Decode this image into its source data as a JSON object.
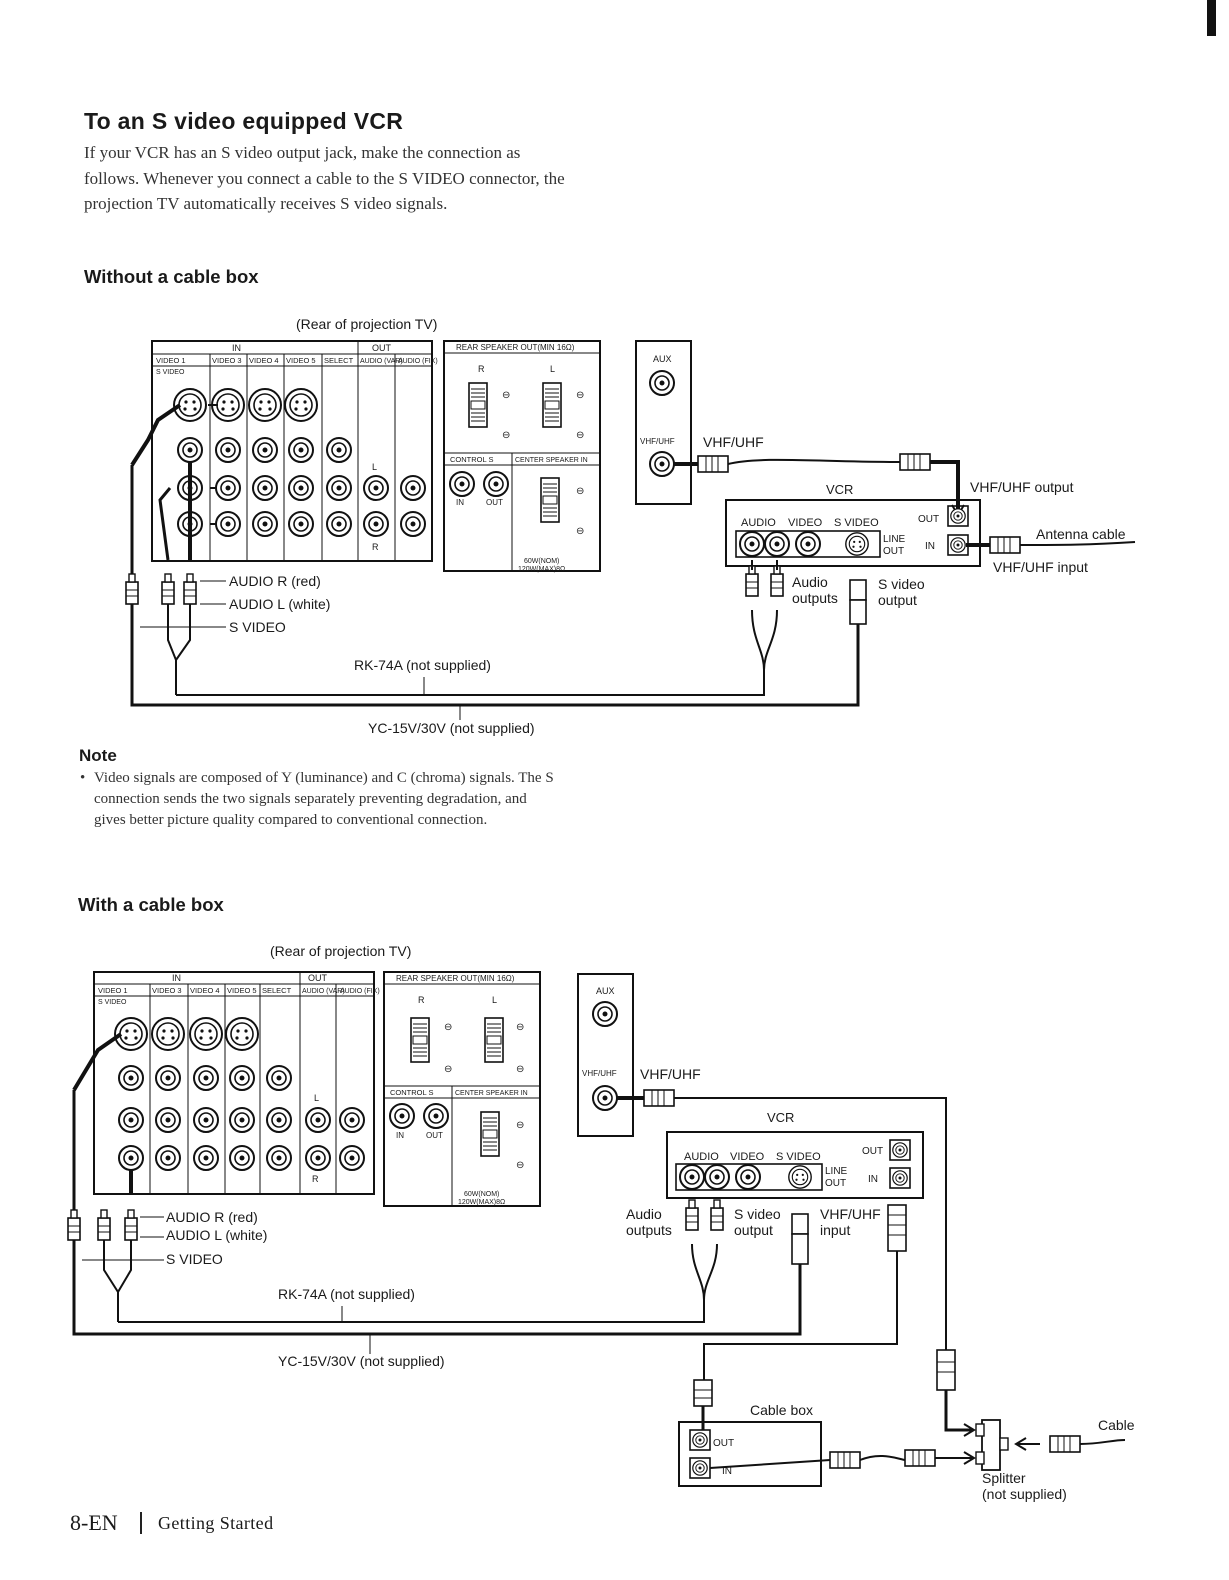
{
  "title": "To an S video equipped VCR",
  "intro": "If your VCR has an S video output jack, make the connection as follows. Whenever you connect a cable to the S VIDEO connector, the projection TV automatically receives S video signals.",
  "section1": {
    "heading": "Without a cable box",
    "rear_label": "(Rear of projection TV)",
    "panel": {
      "in": "IN",
      "out": "OUT",
      "video1": "VIDEO 1",
      "svideo": "S VIDEO",
      "video3": "VIDEO 3",
      "video4": "VIDEO 4",
      "video5": "VIDEO 5",
      "select": "SELECT",
      "audio_var": "AUDIO (VAR)",
      "audio_fix": "AUDIO (FIX)",
      "rear_speaker": "REAR SPEAKER OUT(MIN 16Ω)",
      "r": "R",
      "l": "L",
      "control_s": "CONTROL S",
      "center_speaker": "CENTER SPEAKER IN",
      "in_label": "IN",
      "out_label": "OUT",
      "power1": "60W(NOM)",
      "power2": "120W(MAX)8Ω",
      "aux": "AUX",
      "vhfuhf_jack": "VHF/UHF"
    },
    "vhfuhf": "VHF/UHF",
    "vcr": "VCR",
    "vcr_audio": "AUDIO",
    "vcr_video": "VIDEO",
    "vcr_svideo": "S VIDEO",
    "vcr_line": "LINE",
    "vcr_out": "OUT",
    "vcr_in": "IN",
    "vhf_output": "VHF/UHF output",
    "antenna_cable": "Antenna cable",
    "vhf_input": "VHF/UHF input",
    "audio_outputs_1": "Audio",
    "audio_outputs_2": "outputs",
    "svideo_output_1": "S video",
    "svideo_output_2": "output",
    "audio_r": "AUDIO R (red)",
    "audio_l": "AUDIO L (white)",
    "s_video": "S VIDEO",
    "rk74a": "RK-74A (not supplied)",
    "yc15v": "YC-15V/30V (not supplied)"
  },
  "note": {
    "heading": "Note",
    "bullet": "•",
    "text": "Video signals are composed of Y (luminance) and C (chroma) signals. The S connection sends the two signals separately preventing degradation, and gives better picture quality compared to conventional connection."
  },
  "section2": {
    "heading": "With a cable box",
    "rear_label": "(Rear of projection TV)",
    "vhfuhf": "VHF/UHF",
    "vcr": "VCR",
    "audio_outputs_1": "Audio",
    "audio_outputs_2": "outputs",
    "svideo_output_1": "S video",
    "svideo_output_2": "output",
    "vhf_input_1": "VHF/UHF",
    "vhf_input_2": "input",
    "audio_r": "AUDIO R (red)",
    "audio_l": "AUDIO L (white)",
    "s_video": "S VIDEO",
    "rk74a": "RK-74A (not supplied)",
    "yc15v": "YC-15V/30V (not supplied)",
    "cable_box": "Cable box",
    "cb_out": "OUT",
    "cb_in": "IN",
    "cable": "Cable",
    "splitter_1": "Splitter",
    "splitter_2": "(not supplied)"
  },
  "footer": {
    "page": "8-EN",
    "section": "Getting Started"
  }
}
